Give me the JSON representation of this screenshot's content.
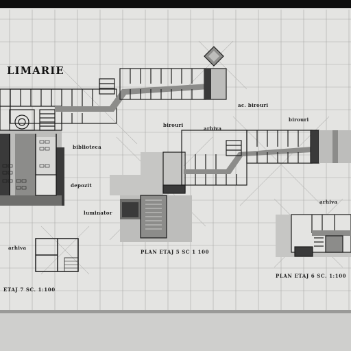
{
  "drawing": {
    "title_fragment": "LIMARIE",
    "room_labels": {
      "ac_birouri": "ac. birouri",
      "birouri_1": "birouri",
      "birouri_2": "birouri",
      "arhiva_center": "arhiva",
      "biblioteca": "biblioteca",
      "depozit": "depozit",
      "luminator": "luminator",
      "arhiva_left": "arhiva",
      "arhiva_right": "arhiva"
    },
    "plan_captions": {
      "etaj5": "PLAN  ETAJ  5  SC  1 100",
      "etaj6": "PLAN  ETAJ  6   SC. 1:100",
      "etaj7": "ETAJ  7   SC. 1:100"
    }
  },
  "colors": {
    "paper": "#e4e4e2",
    "grid": "#a9a9a7",
    "wall": "#1c1c1c",
    "shade_light": "#bdbdbb",
    "shade_mid": "#8c8c8a",
    "shade_dark": "#3a3a3a",
    "table_surface": "#cfcfcd"
  }
}
